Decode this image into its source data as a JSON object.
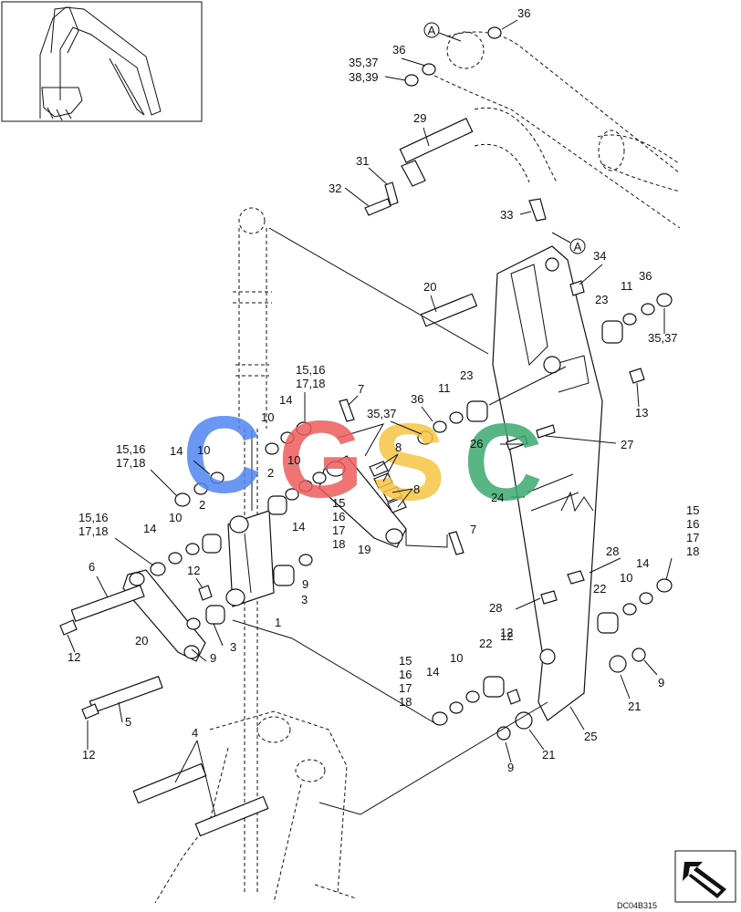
{
  "diagram": {
    "code": "DC04B315",
    "ref_marker": "A",
    "watermark_letters": [
      "C",
      "G",
      "S",
      "C"
    ],
    "watermark_colors": [
      "#4f86f0",
      "#ee5c5c",
      "#f5c542",
      "#3aaa6f"
    ],
    "callouts": [
      {
        "id": "c36a",
        "text": "36"
      },
      {
        "id": "c36b",
        "text": "36"
      },
      {
        "id": "c3537a",
        "text": "35,37"
      },
      {
        "id": "c3839",
        "text": "38,39"
      },
      {
        "id": "c29",
        "text": "29"
      },
      {
        "id": "c31",
        "text": "31"
      },
      {
        "id": "c32",
        "text": "32"
      },
      {
        "id": "c33",
        "text": "33"
      },
      {
        "id": "c34",
        "text": "34"
      },
      {
        "id": "c20a",
        "text": "20"
      },
      {
        "id": "c23a",
        "text": "23"
      },
      {
        "id": "c11a",
        "text": "11"
      },
      {
        "id": "c36c",
        "text": "36"
      },
      {
        "id": "c3537b",
        "text": "35,37"
      },
      {
        "id": "c1516a",
        "text": "15,16"
      },
      {
        "id": "c1718a",
        "text": "17,18"
      },
      {
        "id": "c7a",
        "text": "7"
      },
      {
        "id": "c14a",
        "text": "14"
      },
      {
        "id": "c10a",
        "text": "10"
      },
      {
        "id": "c36d",
        "text": "36"
      },
      {
        "id": "c3537c",
        "text": "35,37"
      },
      {
        "id": "c11b",
        "text": "11"
      },
      {
        "id": "c23b",
        "text": "23"
      },
      {
        "id": "c13",
        "text": "13"
      },
      {
        "id": "c1516b",
        "text": "15,16"
      },
      {
        "id": "c1718b",
        "text": "17,18"
      },
      {
        "id": "c14b",
        "text": "14"
      },
      {
        "id": "c10b",
        "text": "10"
      },
      {
        "id": "c10c",
        "text": "10"
      },
      {
        "id": "c2a",
        "text": "2"
      },
      {
        "id": "c8a",
        "text": "8"
      },
      {
        "id": "c26",
        "text": "26"
      },
      {
        "id": "c27",
        "text": "27"
      },
      {
        "id": "c2b",
        "text": "2"
      },
      {
        "id": "c14c",
        "text": "14"
      },
      {
        "id": "c15a",
        "text": "15"
      },
      {
        "id": "c16a",
        "text": "16"
      },
      {
        "id": "c17a",
        "text": "17"
      },
      {
        "id": "c18a",
        "text": "18"
      },
      {
        "id": "c8b",
        "text": "8"
      },
      {
        "id": "c24",
        "text": "24"
      },
      {
        "id": "c1516c",
        "text": "15,16"
      },
      {
        "id": "c1718c",
        "text": "17,18"
      },
      {
        "id": "c14d",
        "text": "14"
      },
      {
        "id": "c10d",
        "text": "10"
      },
      {
        "id": "c7b",
        "text": "7"
      },
      {
        "id": "c19",
        "text": "19"
      },
      {
        "id": "c15b",
        "text": "15"
      },
      {
        "id": "c16b",
        "text": "16"
      },
      {
        "id": "c17b",
        "text": "17"
      },
      {
        "id": "c18b",
        "text": "18"
      },
      {
        "id": "c6",
        "text": "6"
      },
      {
        "id": "c12a",
        "text": "12"
      },
      {
        "id": "c9a",
        "text": "9"
      },
      {
        "id": "c3a",
        "text": "3"
      },
      {
        "id": "c28a",
        "text": "28"
      },
      {
        "id": "c14e",
        "text": "14"
      },
      {
        "id": "c10e",
        "text": "10"
      },
      {
        "id": "c22a",
        "text": "22"
      },
      {
        "id": "c28b",
        "text": "28"
      },
      {
        "id": "c1",
        "text": "1"
      },
      {
        "id": "c20b",
        "text": "20"
      },
      {
        "id": "c12b",
        "text": "12"
      },
      {
        "id": "c9b",
        "text": "9"
      },
      {
        "id": "c3b",
        "text": "3"
      },
      {
        "id": "c12c",
        "text": "12"
      },
      {
        "id": "c15c",
        "text": "15"
      },
      {
        "id": "c16c",
        "text": "16"
      },
      {
        "id": "c17c",
        "text": "17"
      },
      {
        "id": "c18c",
        "text": "18"
      },
      {
        "id": "c14f",
        "text": "14"
      },
      {
        "id": "c10f",
        "text": "10"
      },
      {
        "id": "c22b",
        "text": "22"
      },
      {
        "id": "c12d",
        "text": "12"
      },
      {
        "id": "c9c",
        "text": "9"
      },
      {
        "id": "c21a",
        "text": "21"
      },
      {
        "id": "c5",
        "text": "5"
      },
      {
        "id": "c12e",
        "text": "12"
      },
      {
        "id": "c25",
        "text": "25"
      },
      {
        "id": "c21b",
        "text": "21"
      },
      {
        "id": "c9d",
        "text": "9"
      },
      {
        "id": "c4",
        "text": "4"
      }
    ]
  }
}
